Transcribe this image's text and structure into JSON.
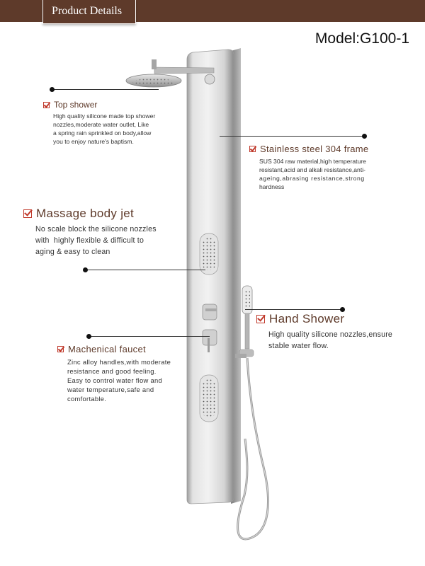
{
  "header": {
    "tab_label": "Product Details",
    "model": "Model:G100-1"
  },
  "features": {
    "top_shower": {
      "title": "Top shower",
      "desc": [
        "High quality silicone made top shower",
        "nozzles,moderate water outlet, Like",
        "a spring rain sprinkled on body,allow",
        "you to enjoy nature's baptism."
      ]
    },
    "frame": {
      "title": "Stainless steel 304 frame",
      "desc": [
        "SUS 304 raw material,high temperature",
        "resistant,acid and alkali resistance,anti-",
        "ageing,abrasing resistance,strong",
        "hardness"
      ]
    },
    "body_jet": {
      "title": "Massage body jet",
      "desc": [
        "No scale block the silicone nozzles",
        "with  highly flexible & difficult to",
        "aging & easy to clean"
      ]
    },
    "hand_shower": {
      "title": "Hand Shower",
      "desc": [
        "High quality silicone nozzles,ensure",
        "stable water flow."
      ]
    },
    "faucet": {
      "title": "Machenical faucet",
      "desc": [
        "Zinc alloy handles,with moderate",
        "resistance and good feeling.",
        "Easy to control water flow and",
        "water temperature,safe and",
        "comfortable."
      ]
    }
  }
}
